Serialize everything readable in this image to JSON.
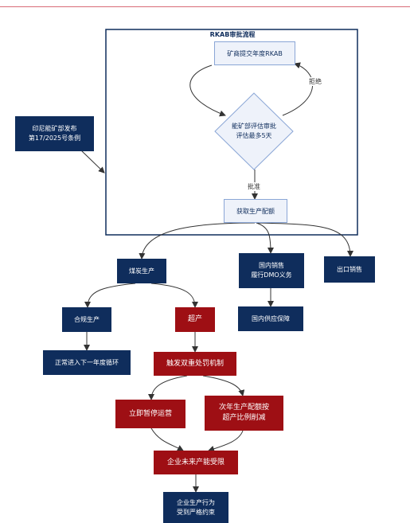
{
  "frame": {
    "title": "RKAB审批流程"
  },
  "nodes": {
    "regulation": "印尼能矿部发布\n第17/2025号条例",
    "submit_rkab": "矿商提交年度RKAB",
    "evaluate": "能矿部评估审批\n评估最多5天",
    "quota": "获取生产配额",
    "coal_production": "煤炭生产",
    "domestic_sales": "国内销售\n履行DMO义务",
    "export_sales": "出口销售",
    "compliant": "合规生产",
    "overproduction": "超产",
    "domestic_supply": "国内供应保障",
    "next_cycle": "正常进入下一年度循环",
    "penalty": "触发双重处罚机制",
    "suspend": "立即暂停运营",
    "quota_cut": "次年生产配额按\n超产比例削减",
    "capacity_limited": "企业未来产能受限",
    "strict_constraint": "企业生产行为\n受到严格约束"
  },
  "edge_labels": {
    "reject": "拒绝",
    "approve": "批准"
  },
  "colors": {
    "navy": "#0f2d5c",
    "red": "#9e0f14",
    "light_fill": "#eef2fa",
    "light_border": "#8aa6d6"
  }
}
